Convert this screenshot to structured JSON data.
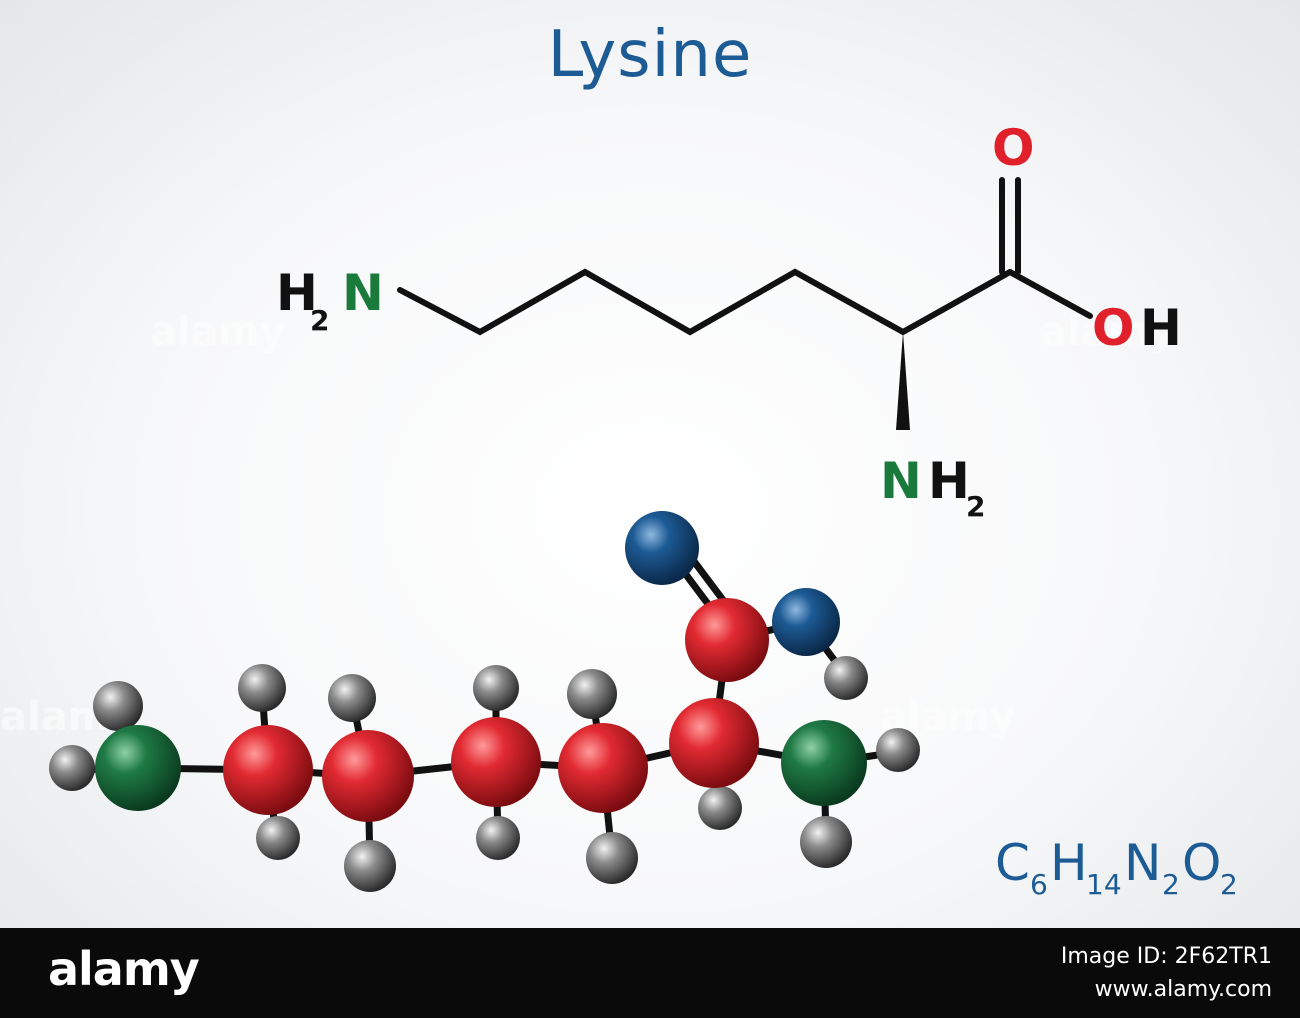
{
  "title": "Lysine",
  "skeletal": {
    "amine_left": {
      "main": "H",
      "sub": "2",
      "atom": "N"
    },
    "oxygen_top": "O",
    "hydroxyl": {
      "o": "O",
      "h": "H"
    },
    "amine_bottom": {
      "atom": "N",
      "main": "H",
      "sub": "2"
    }
  },
  "formula": [
    {
      "t": "C",
      "s": "6"
    },
    {
      "t": "H",
      "s": "14"
    },
    {
      "t": "N",
      "s": "2"
    },
    {
      "t": "O",
      "s": "2"
    }
  ],
  "watermark": "alamy",
  "footer": {
    "logo": "alamy",
    "image_id": "Image ID: 2F62TR1",
    "url": "www.alamy.com"
  },
  "colors": {
    "title": "#1d5b95",
    "nitrogen_label": "#1a7a3c",
    "oxygen_label": "#e0202a",
    "carbon_ball": "#d8202a",
    "nitrogen_ball": "#1f7a45",
    "oxygen_ball": "#1d5b95",
    "hydrogen_ball": "#808080"
  }
}
